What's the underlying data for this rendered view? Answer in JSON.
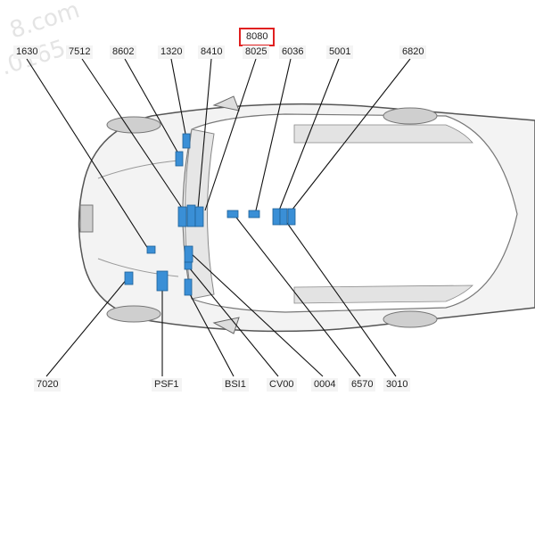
{
  "watermark": {
    "line1": "8.com",
    "line2": ".0165"
  },
  "highlighted_label": "8080",
  "top_labels": [
    "1630",
    "7512",
    "8602",
    "1320",
    "8410",
    "8025",
    "6036",
    "5001",
    "6820"
  ],
  "bottom_labels": [
    "7020",
    "PSF1",
    "BSI1",
    "CV00",
    "0004",
    "6570",
    "3010"
  ],
  "colors": {
    "highlight": "#e02020",
    "connector": "#3a8fd6",
    "line": "#111111",
    "car": "#f2f2f2"
  },
  "icons": [
    "car-top-view-diagram",
    "connector-icon"
  ]
}
